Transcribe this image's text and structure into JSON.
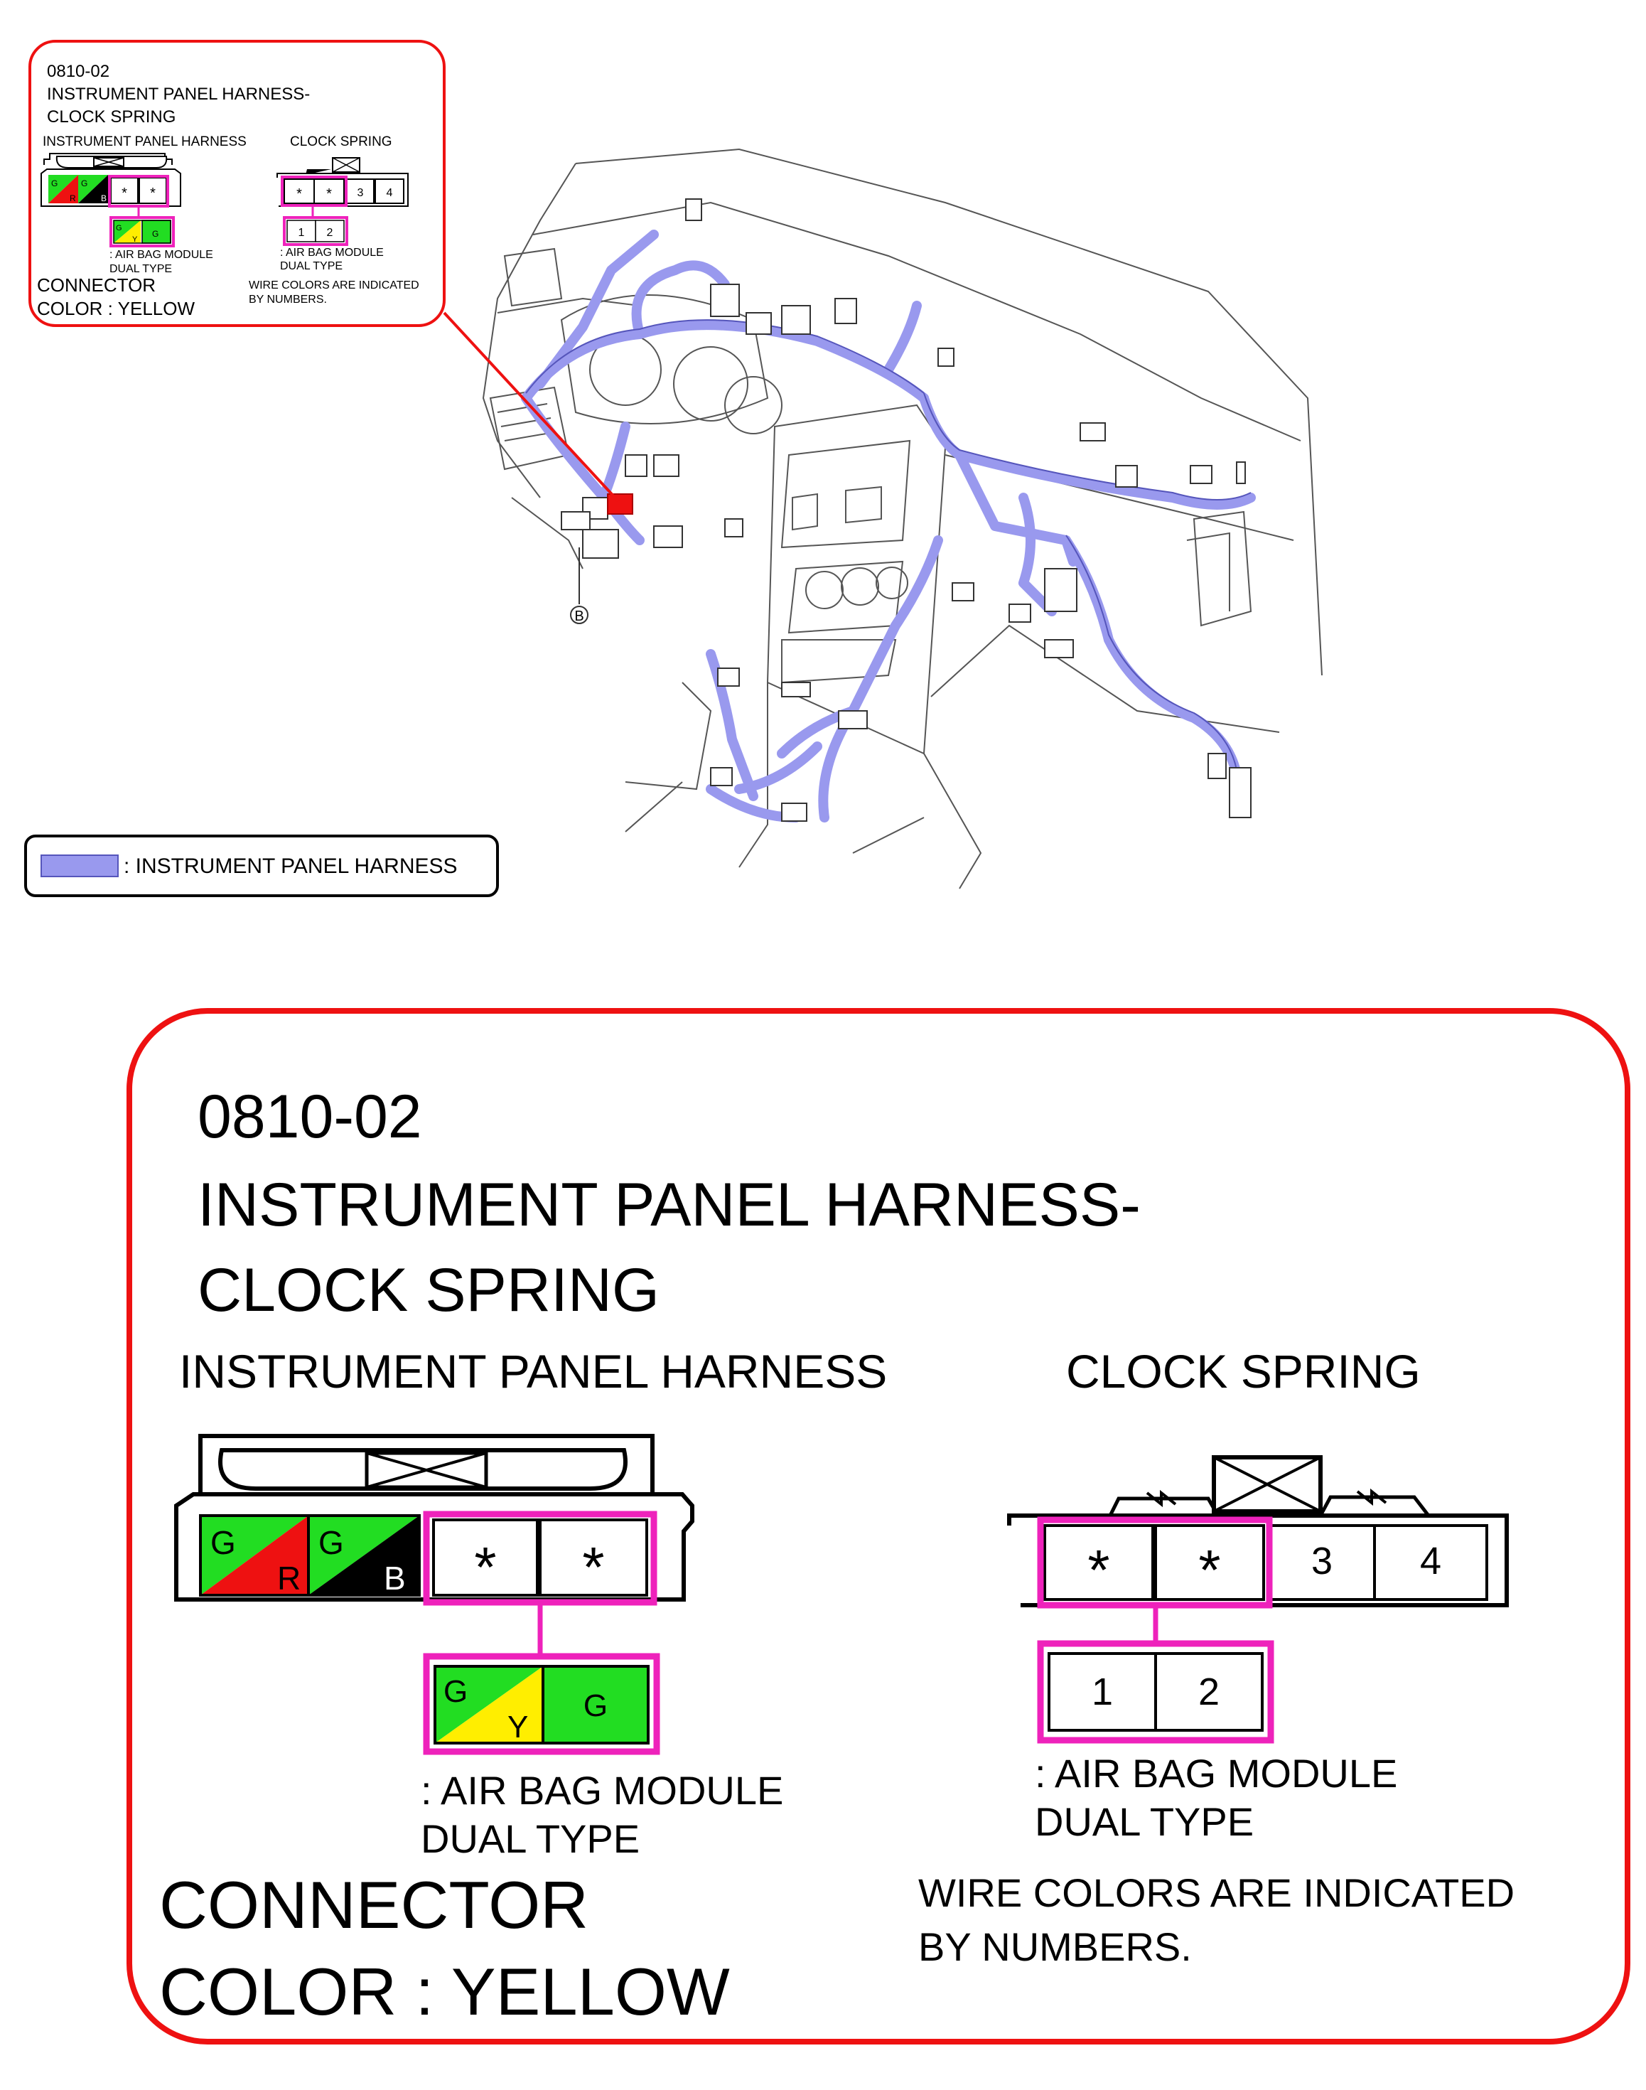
{
  "connector": {
    "code": "0810-02",
    "title_line1": "INSTRUMENT PANEL HARNESS-",
    "title_line2": "CLOCK SPRING",
    "left_label": "INSTRUMENT PANEL HARNESS",
    "right_label": "CLOCK SPRING",
    "left_pins": [
      {
        "top": "G",
        "bottom": "R",
        "color_a": "#22dd22",
        "color_b": "#ee1111"
      },
      {
        "top": "G",
        "bottom": "B",
        "color_a": "#22dd22",
        "color_b": "#000000"
      },
      {
        "mark": "*"
      },
      {
        "mark": "*"
      }
    ],
    "left_airbag_pins": [
      {
        "top": "G",
        "bottom": "Y",
        "color_a": "#22dd22",
        "color_b": "#ffee00"
      },
      {
        "top": "G",
        "color_a": "#22dd22"
      }
    ],
    "right_pins": [
      "*",
      "*",
      "3",
      "4"
    ],
    "right_airbag_pins": [
      "1",
      "2"
    ],
    "airbag_line1": ": AIR BAG MODULE",
    "airbag_line2": "DUAL TYPE",
    "connector_color_line1": "CONNECTOR",
    "connector_color_line2": "COLOR : YELLOW",
    "wire_note_line1": "WIRE COLORS ARE INDICATED",
    "wire_note_line2": "BY NUMBERS."
  },
  "legend": {
    "label": ": INSTRUMENT PANEL HARNESS",
    "swatch_color": "#9999ee"
  },
  "callout_marker": "B",
  "colors": {
    "callout_border": "#ee1111",
    "highlight": "#ee22bb",
    "harness": "#9999ee",
    "harness_dark": "#5555bb",
    "line": "#444444"
  }
}
